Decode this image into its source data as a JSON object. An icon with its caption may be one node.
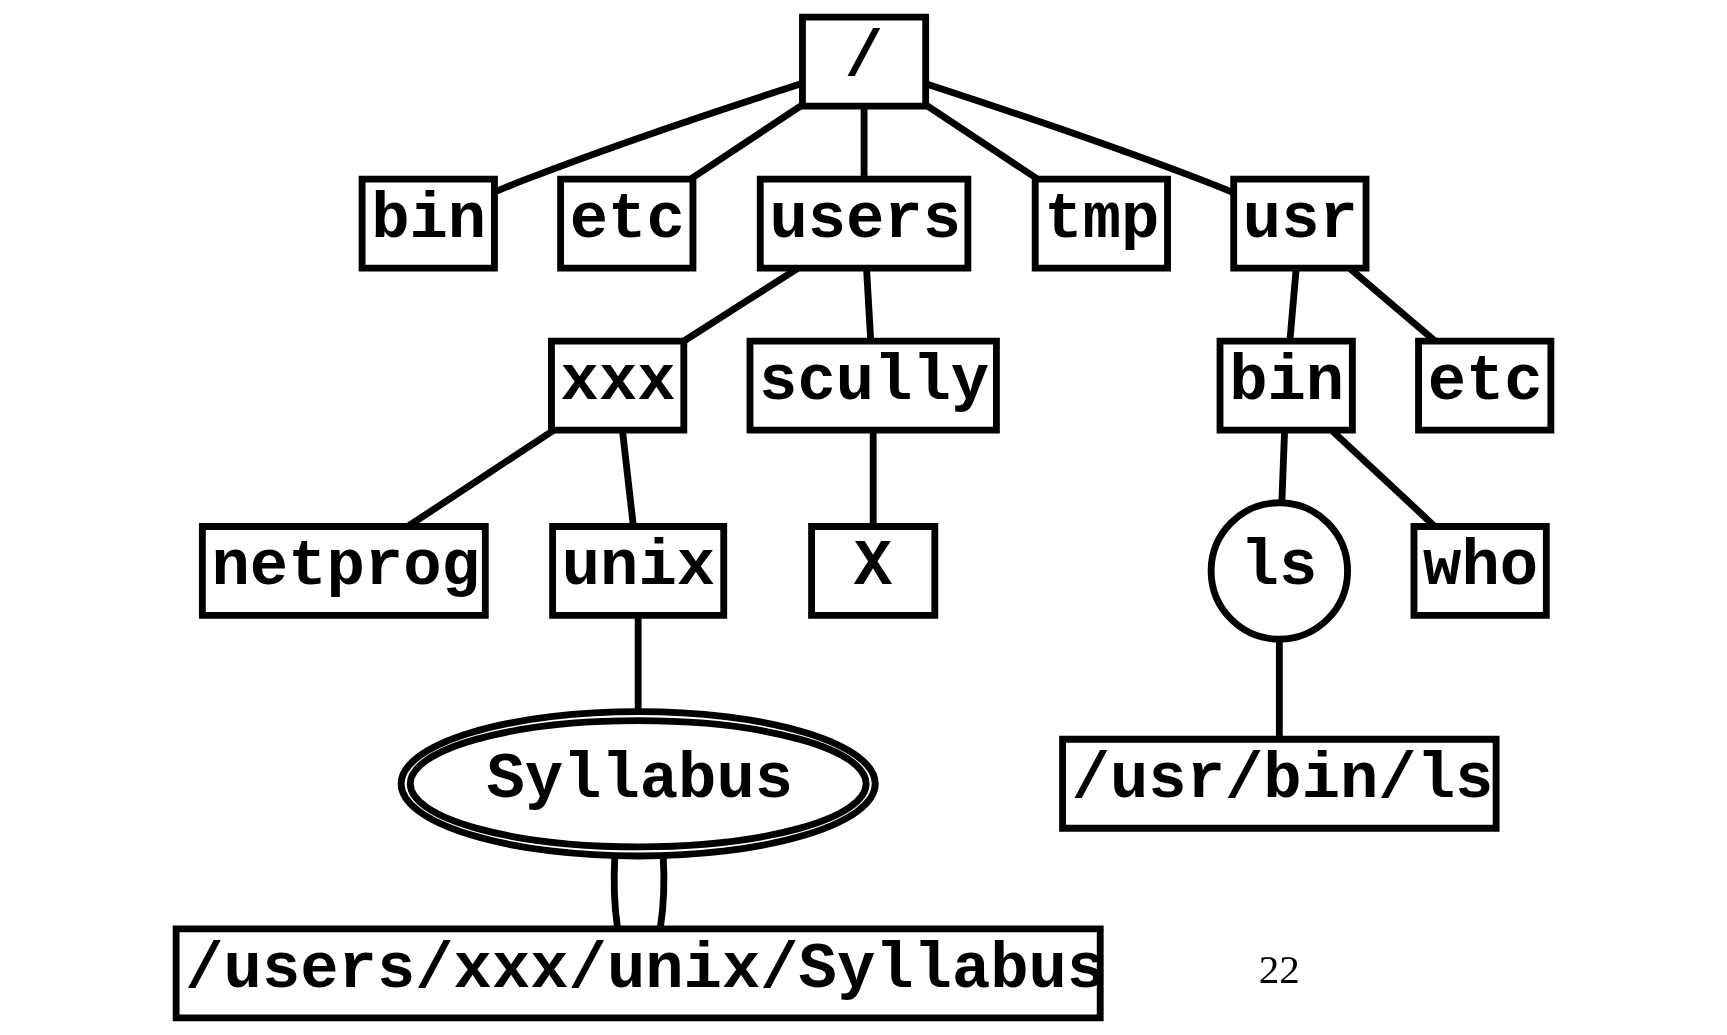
{
  "diagram": {
    "nodes": [
      {
        "text": [
          "/"
        ]
      },
      {
        "text": [
          "bin"
        ]
      },
      {
        "text": [
          "etc"
        ]
      },
      {
        "text": [
          "users"
        ]
      },
      {
        "text": [
          "tmp"
        ]
      },
      {
        "text": [
          "usr"
        ]
      },
      {
        "text": [
          "xxx"
        ]
      },
      {
        "text": [
          "scully"
        ]
      },
      {
        "text": [
          "bin"
        ]
      },
      {
        "text": [
          "etc"
        ]
      },
      {
        "text": [
          "netprog"
        ]
      },
      {
        "text": [
          "unix"
        ]
      },
      {
        "text": [
          "X"
        ]
      },
      {
        "text": [
          "ls"
        ]
      },
      {
        "text": [
          "who"
        ]
      },
      {
        "text": [
          "Syllabus"
        ]
      },
      {
        "text": [
          "/users/xxx/unix/Syllabus"
        ]
      },
      {
        "text": [
          "/usr/bin/ls"
        ]
      }
    ],
    "edges": [
      {
        "from": 0,
        "to": 1,
        "arrow": "none"
      },
      {
        "from": 0,
        "to": 2,
        "arrow": "none"
      },
      {
        "from": 0,
        "to": 3,
        "arrow": "none"
      },
      {
        "from": 0,
        "to": 4,
        "arrow": "none"
      },
      {
        "from": 0,
        "to": 5,
        "arrow": "none"
      },
      {
        "from": 3,
        "to": 6,
        "arrow": "none"
      },
      {
        "from": 3,
        "to": 7,
        "arrow": "none"
      },
      {
        "from": 5,
        "to": 8,
        "arrow": "none"
      },
      {
        "from": 5,
        "to": 9,
        "arrow": "none"
      },
      {
        "from": 6,
        "to": 10,
        "arrow": "none"
      },
      {
        "from": 6,
        "to": 11,
        "arrow": "none"
      },
      {
        "from": 7,
        "to": 12,
        "arrow": "none"
      },
      {
        "from": 8,
        "to": 13,
        "arrow": "none"
      },
      {
        "from": 8,
        "to": 14,
        "arrow": "none"
      },
      {
        "from": 11,
        "to": 15,
        "arrow": "none"
      },
      {
        "from": 15,
        "to": 16,
        "arrow": "none"
      },
      {
        "from": 16,
        "to": 15,
        "arrow": "none"
      },
      {
        "from": 17,
        "to": 13,
        "arrow": "none"
      }
    ],
    "labels": [
      "22"
    ]
  }
}
